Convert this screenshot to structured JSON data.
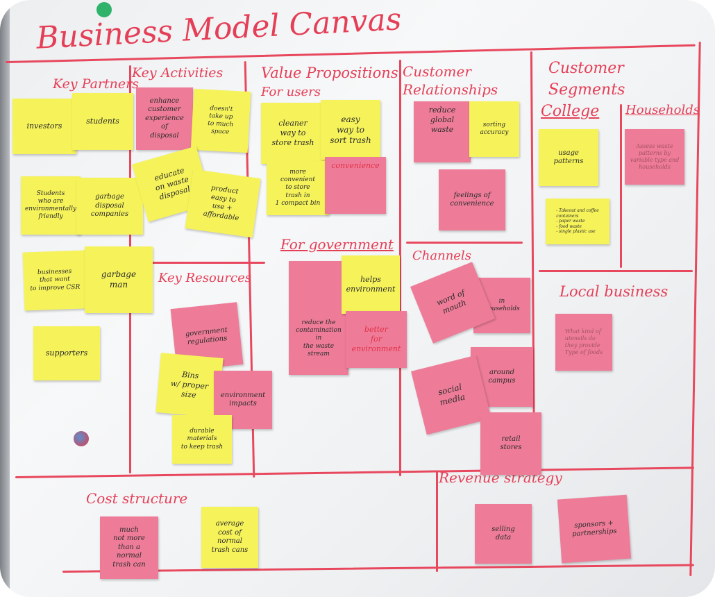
{
  "board": {
    "title": "Business Model Canvas",
    "sections": {
      "key_partners": "Key Partners",
      "key_activities": "Key Activities",
      "key_resources": "Key Resources",
      "value_propositions": "Value Propositions",
      "for_users": "For users",
      "for_government": "For government",
      "customer_relationships": "Customer Relationships",
      "channels": "Channels",
      "customer_segments": "Customer Segments",
      "college": "College",
      "households": "Households",
      "local_business": "Local business",
      "cost_structure": "Cost structure",
      "revenue_strategy": "Revenue strategy"
    },
    "notes": {
      "investors": "investors",
      "students": "students",
      "students_env": "Students\nwho are\nenvironmentally\nfriendly",
      "garbage_companies": "garbage\ndisposal\ncompanies",
      "businesses": "businesses\nthat want\nto improve CSR",
      "garbage_man": "garbage\nman",
      "supporters": "supporters",
      "enhance_experience": "enhance\ncustomer\nexperience\nof\ndisposal",
      "doesnt_take_up": "doesn't\ntake up\nto much\nspace",
      "educate": "educate\non waste\ndisposal",
      "product_easy": "product\neasy to\nuse +\naffordable",
      "gov_regulations": "government\nregulations",
      "bins": "Bins\nw/ proper\nsize",
      "env_impacts": "environment\nimpacts",
      "durable": "durable\nmaterials\nto keep trash",
      "cleaner_way": "cleaner\nway to\nstore trash",
      "easy_sort": "easy\nway to\nsort trash",
      "more_convenient": "more\nconvenient\nto store\ntrash in\n1 compact bin",
      "convenience": "convenience",
      "reduce_contamination": "reduce the\ncontamination in\nthe waste\nstream",
      "helps_environment": "helps\nenvironment",
      "better_environment": "better\nfor\nenvironment",
      "reduce_waste": "reduce\nglobal\nwaste",
      "sorting_accuracy": "sorting\naccuracy",
      "feelings_convenience": "feelings of\nconvenience",
      "word_of_mouth": "word of\nmouth",
      "in_households": "in\nhouseholds",
      "social_media": "social\nmedia",
      "around_campus": "around\ncampus",
      "retail_stores": "retail\nstores",
      "usage_patterns": "usage\npatterns",
      "takeout": "- Takeout and coffee\n  containers\n- paper waste\n- food waste\n- single plastic use",
      "households_note": "Assess waste\npatterns by\nvariable type and\nhouseholds",
      "local_biz_note": "What kind of\nutensils do\nthey provide\nType of foods",
      "not_more": "much\nnot more\nthan a\nnormal\ntrash can",
      "average_cost": "average\ncost of\nnormal\ntrash cans",
      "selling_data": "selling\ndata",
      "sponsors": "sponsors +\npartnerships"
    }
  },
  "colors": {
    "marker_red": "#e53f57",
    "sticky_yellow": "#f6f35a",
    "sticky_pink": "#ee7c98",
    "board_white": "#f3f4f6",
    "magnet_green": "#2fb36b",
    "magnet_blue": "#2a6fb5"
  }
}
